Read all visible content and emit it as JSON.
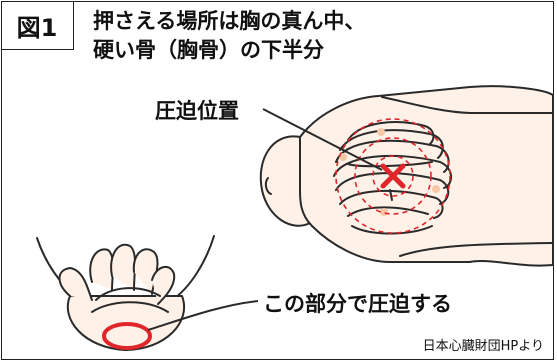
{
  "figure_tag": "図1",
  "title": {
    "line1": "押さえる場所は胸の真ん中、",
    "line2": "硬い骨（胸骨）の下半分"
  },
  "labels": {
    "compression_position": "圧迫位置",
    "compress_with_this_part": "この部分で圧迫する"
  },
  "credit": "日本心臓財団HPより",
  "colors": {
    "accent_red": "#e0262b",
    "skin": "#fdf1e8",
    "outline": "#2a2a2a",
    "peach": "#f6c8a6"
  }
}
